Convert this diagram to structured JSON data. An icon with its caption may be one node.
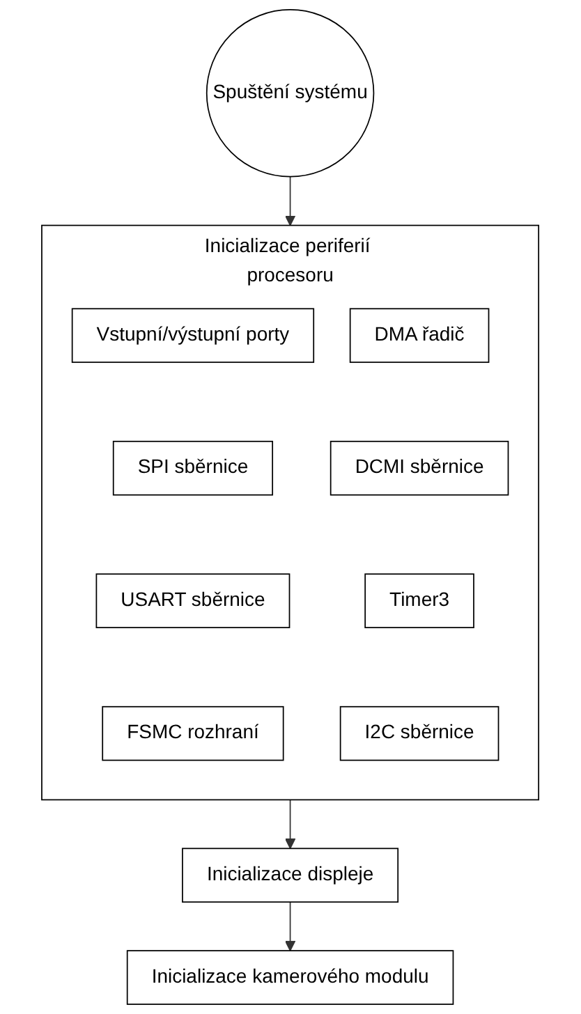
{
  "diagram": {
    "nodes": [
      {
        "text": [
          "Spuštění systému"
        ]
      },
      {
        "text": [
          "Inicializace periferií procesoru"
        ]
      },
      {
        "text": [
          "Vstupní/výstupní porty"
        ],
        "in": 1
      },
      {
        "text": [
          "DMA řadič"
        ],
        "in": 1
      },
      {
        "text": [
          "SPI sběrnice"
        ],
        "in": 1
      },
      {
        "text": [
          "DCMI sběrnice"
        ],
        "in": 1
      },
      {
        "text": [
          "USART sběrnice"
        ],
        "in": 1
      },
      {
        "text": [
          "Timer3"
        ],
        "in": 1
      },
      {
        "text": [
          "FSMC rozhraní"
        ],
        "in": 1
      },
      {
        "text": [
          "I2C sběrnice"
        ],
        "in": 1
      },
      {
        "text": [
          "Inicializace displeje"
        ]
      },
      {
        "text": [
          "Inicializace kamerového modulu"
        ]
      }
    ],
    "edges": [
      {
        "from": 0,
        "to": 1,
        "arrow": "to"
      },
      {
        "from": 1,
        "to": 10,
        "arrow": "to"
      },
      {
        "from": 10,
        "to": 11,
        "arrow": "to"
      }
    ]
  }
}
